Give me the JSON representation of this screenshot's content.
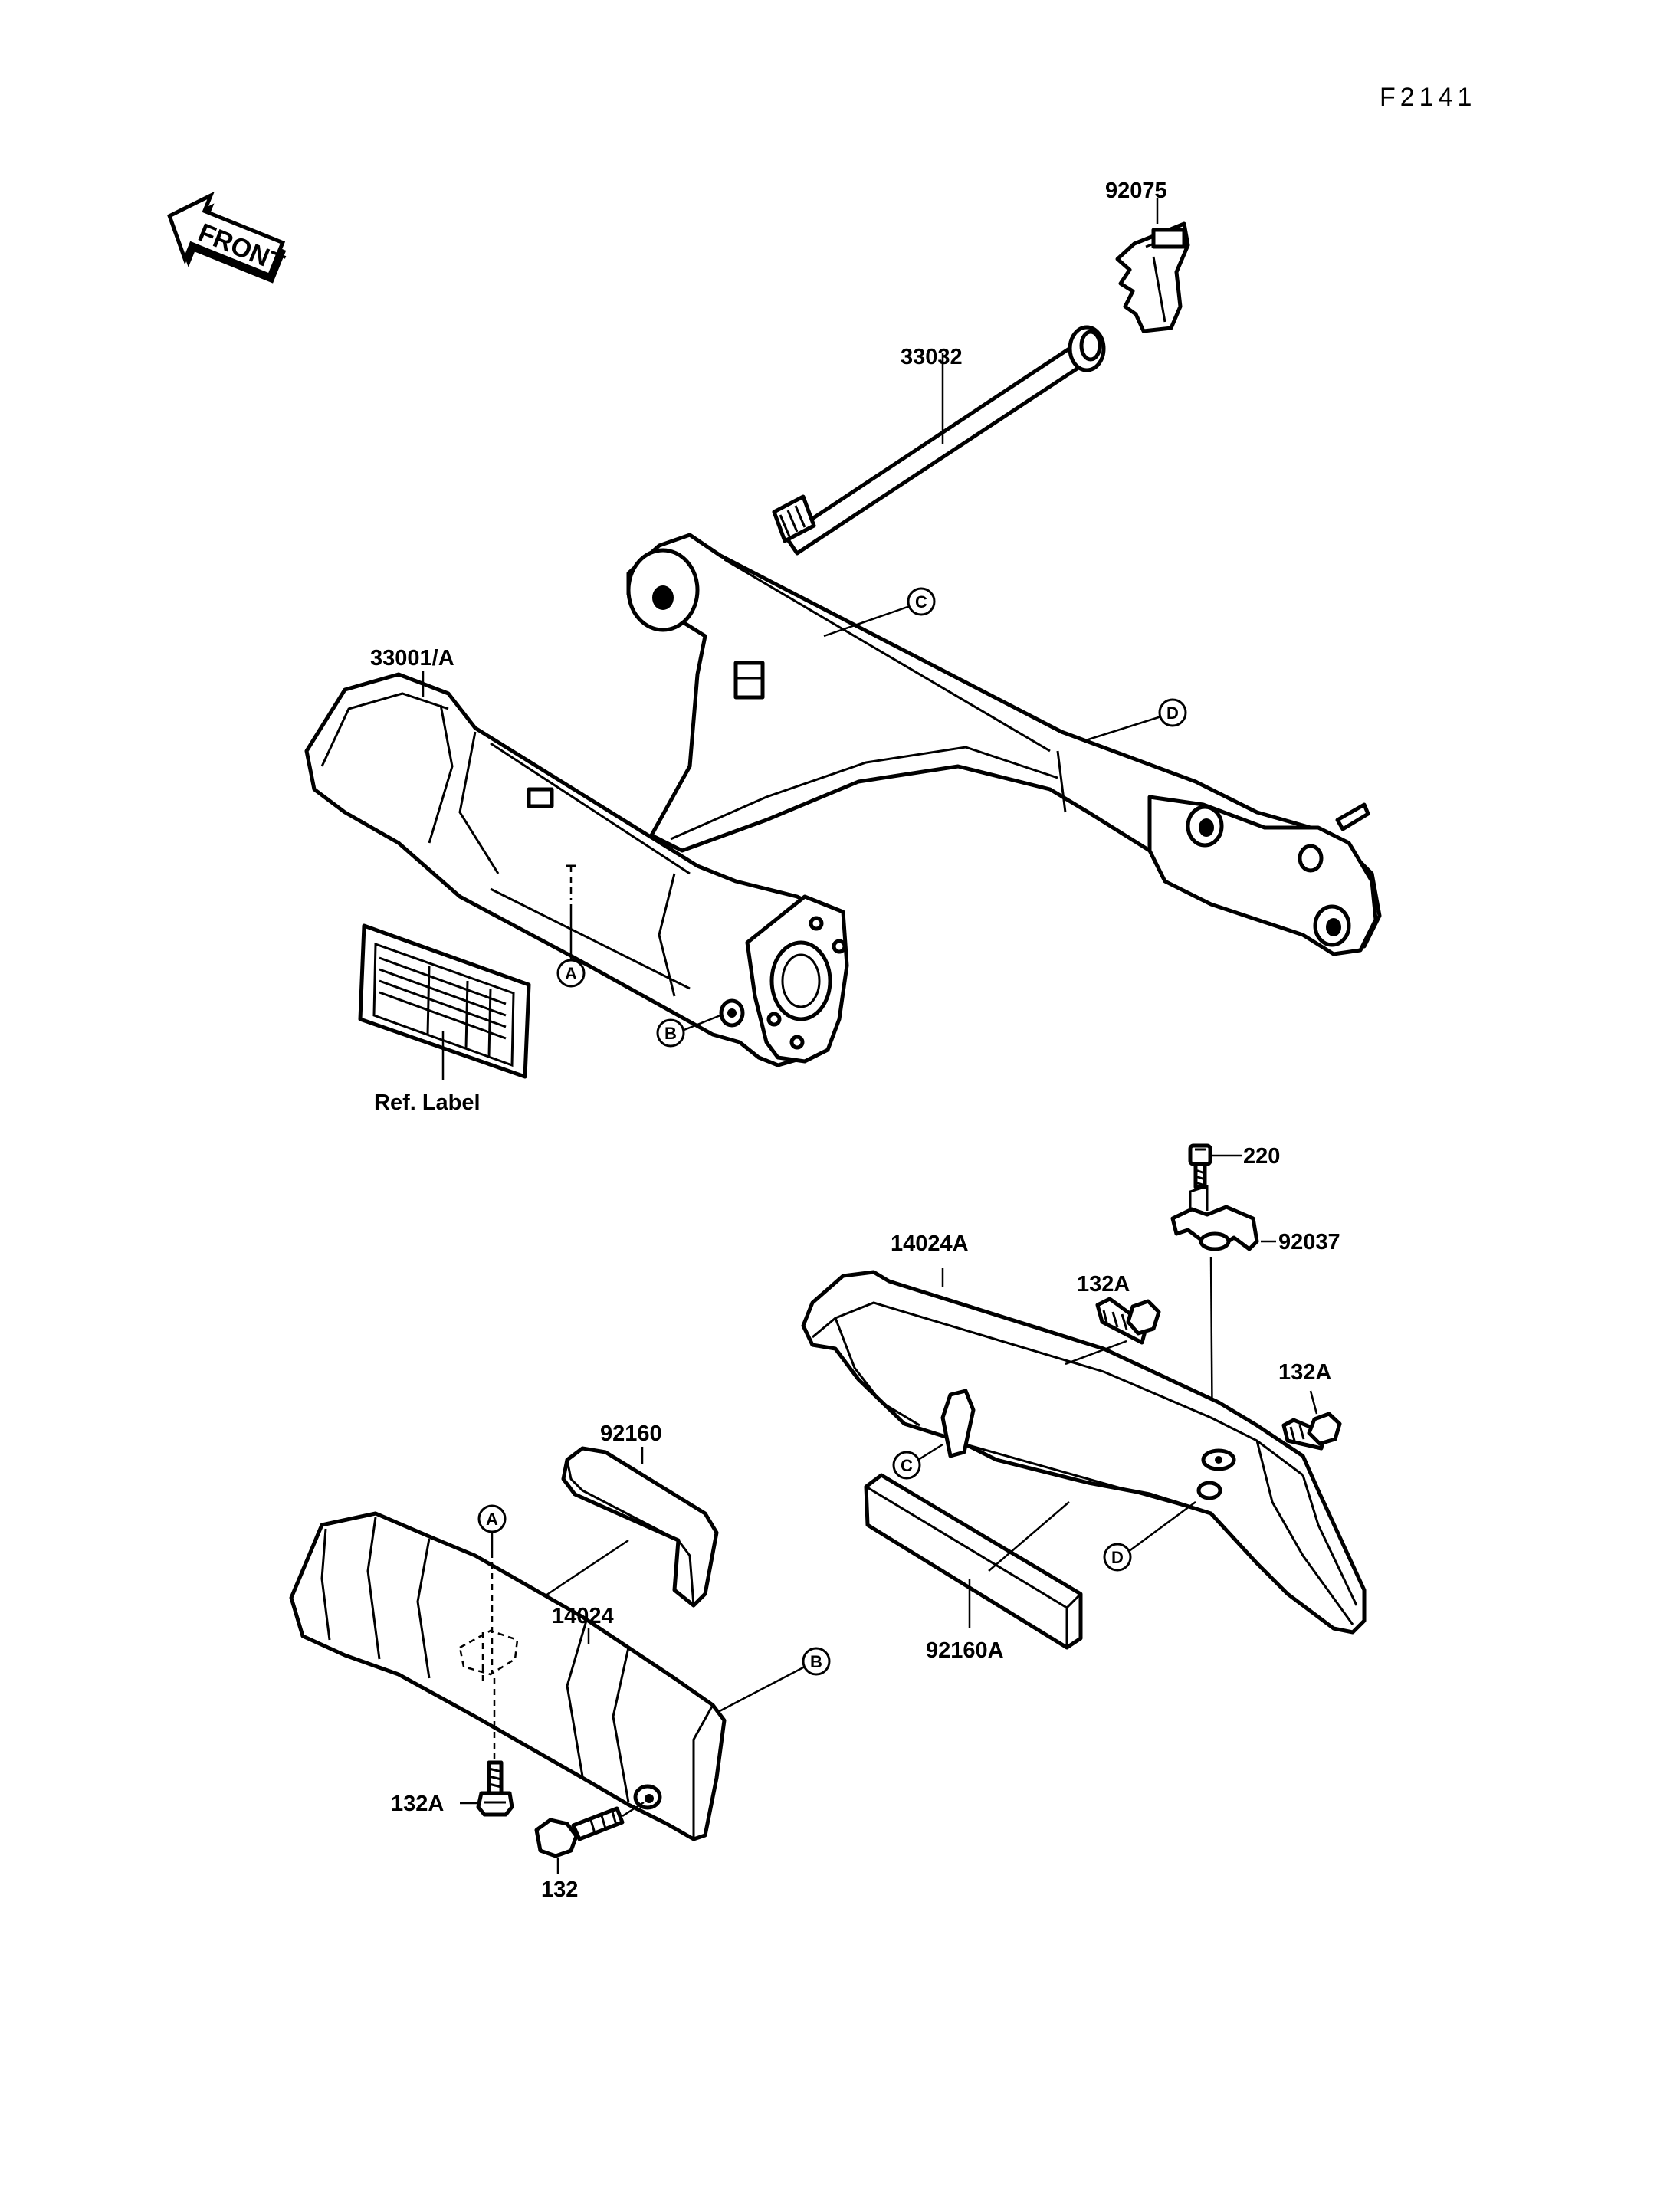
{
  "figure_code": "F2141",
  "direction_label": "FRONT",
  "ref_label": "Ref. Label",
  "part_labels": {
    "p92075": "92075",
    "p33032": "33032",
    "p33001A": "33001/A",
    "p220": "220",
    "p92037": "92037",
    "p14024A": "14024A",
    "p132A_top": "132A",
    "p132A_right": "132A",
    "p92160": "92160",
    "p14024": "14024",
    "p92160A": "92160A",
    "p132A_bottom": "132A",
    "p132": "132"
  },
  "reference_markers": {
    "A": "A",
    "B": "B",
    "C": "C",
    "D": "D"
  }
}
